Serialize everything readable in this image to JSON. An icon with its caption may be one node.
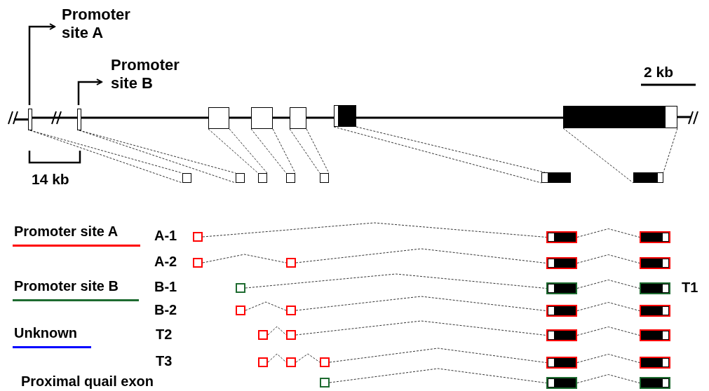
{
  "diagram": {
    "nodes": [
      {
        "text": [],
        "shape": "box"
      },
      {
        "text": [],
        "shape": "box"
      },
      {
        "text": [],
        "shape": "box"
      },
      {
        "text": [],
        "shape": "box"
      },
      {
        "text": [],
        "shape": "box"
      },
      {
        "text": [],
        "shape": "box"
      },
      {
        "text": [],
        "shape": "box"
      },
      {
        "text": [],
        "shape": "box"
      },
      {
        "text": [],
        "shape": "box"
      },
      {
        "text": [],
        "shape": "box"
      },
      {
        "text": [],
        "shape": "box"
      },
      {
        "text": [],
        "shape": "box"
      },
      {
        "text": [],
        "shape": "box"
      },
      {
        "text": [],
        "shape": "box"
      },
      {
        "text": [],
        "shape": "box"
      },
      {
        "text": [],
        "shape": "box"
      },
      {
        "text": [],
        "shape": "box"
      },
      {
        "text": [],
        "shape": "box"
      },
      {
        "text": [],
        "shape": "box"
      },
      {
        "text": [],
        "shape": "box"
      },
      {
        "text": [],
        "shape": "box"
      },
      {
        "text": [],
        "shape": "box"
      },
      {
        "text": [],
        "shape": "box"
      },
      {
        "text": [],
        "shape": "box"
      },
      {
        "text": [],
        "shape": "box"
      },
      {
        "text": [],
        "shape": "box"
      },
      {
        "text": [],
        "shape": "box"
      },
      {
        "text": [],
        "shape": "box"
      },
      {
        "text": [],
        "shape": "box"
      },
      {
        "text": [],
        "shape": "box"
      },
      {
        "text": [],
        "shape": "box"
      },
      {
        "text": [],
        "shape": "box"
      },
      {
        "text": [],
        "shape": "box"
      },
      {
        "text": [],
        "shape": "box"
      },
      {
        "text": [],
        "shape": "box"
      },
      {
        "text": [],
        "shape": "box"
      },
      {
        "text": [],
        "shape": "box"
      },
      {
        "text": [],
        "shape": "box"
      },
      {
        "text": [],
        "shape": "box"
      },
      {
        "text": [],
        "shape": "box"
      }
    ],
    "edges": [
      {
        "from": 0,
        "to": 7,
        "arrow": "none",
        "style": "dashed"
      },
      {
        "from": 0,
        "to": 7,
        "arrow": "none",
        "style": "dashed"
      },
      {
        "from": 1,
        "to": 8,
        "arrow": "none",
        "style": "dashed"
      },
      {
        "from": 1,
        "to": 8,
        "arrow": "none",
        "style": "dashed"
      },
      {
        "from": 2,
        "to": 9,
        "arrow": "none",
        "style": "dashed"
      },
      {
        "from": 2,
        "to": 9,
        "arrow": "none",
        "style": "dashed"
      },
      {
        "from": 3,
        "to": 10,
        "arrow": "none",
        "style": "dashed"
      },
      {
        "from": 3,
        "to": 10,
        "arrow": "none",
        "style": "dashed"
      },
      {
        "from": 4,
        "to": 11,
        "arrow": "none",
        "style": "dashed"
      },
      {
        "from": 4,
        "to": 11,
        "arrow": "none",
        "style": "dashed"
      },
      {
        "from": 5,
        "to": 12,
        "arrow": "none",
        "style": "dashed"
      },
      {
        "from": 5,
        "to": 12,
        "arrow": "none",
        "style": "dashed"
      },
      {
        "from": 6,
        "to": 13,
        "arrow": "none",
        "style": "dashed"
      },
      {
        "from": 6,
        "to": 13,
        "arrow": "none",
        "style": "dashed"
      },
      {
        "from": 14,
        "to": 15,
        "arrow": "none",
        "style": "dashed"
      },
      {
        "from": 15,
        "to": 16,
        "arrow": "none",
        "style": "dashed"
      },
      {
        "from": 17,
        "to": 18,
        "arrow": "none",
        "style": "dashed"
      },
      {
        "from": 18,
        "to": 19,
        "arrow": "none",
        "style": "dashed"
      },
      {
        "from": 19,
        "to": 20,
        "arrow": "none",
        "style": "dashed"
      },
      {
        "from": 21,
        "to": 22,
        "arrow": "none",
        "style": "dashed"
      },
      {
        "from": 22,
        "to": 23,
        "arrow": "none",
        "style": "dashed"
      },
      {
        "from": 24,
        "to": 25,
        "arrow": "none",
        "style": "dashed"
      },
      {
        "from": 25,
        "to": 26,
        "arrow": "none",
        "style": "dashed"
      },
      {
        "from": 26,
        "to": 27,
        "arrow": "none",
        "style": "dashed"
      },
      {
        "from": 28,
        "to": 29,
        "arrow": "none",
        "style": "dashed"
      },
      {
        "from": 29,
        "to": 30,
        "arrow": "none",
        "style": "dashed"
      },
      {
        "from": 30,
        "to": 31,
        "arrow": "none",
        "style": "dashed"
      },
      {
        "from": 32,
        "to": 33,
        "arrow": "none",
        "style": "dashed"
      },
      {
        "from": 33,
        "to": 34,
        "arrow": "none",
        "style": "dashed"
      },
      {
        "from": 34,
        "to": 35,
        "arrow": "none",
        "style": "dashed"
      },
      {
        "from": 35,
        "to": 36,
        "arrow": "none",
        "style": "dashed"
      },
      {
        "from": 37,
        "to": 38,
        "arrow": "none",
        "style": "dashed"
      },
      {
        "from": 38,
        "to": 39,
        "arrow": "none",
        "style": "dashed"
      },
      {
        "from": null,
        "to": 0,
        "arrow": "none",
        "style": "thick"
      },
      {
        "from": 0,
        "to": 1,
        "arrow": "none",
        "style": "thick"
      },
      {
        "from": 1,
        "to": 2,
        "arrow": "none",
        "style": "thick"
      },
      {
        "from": 2,
        "to": 3,
        "arrow": "none",
        "style": "thick"
      },
      {
        "from": 3,
        "to": 4,
        "arrow": "none",
        "style": "thick"
      },
      {
        "from": 4,
        "to": 5,
        "arrow": "none",
        "style": "thick"
      },
      {
        "from": 5,
        "to": 6,
        "arrow": "none",
        "style": "thick"
      },
      {
        "from": 6,
        "to": null,
        "arrow": "none",
        "style": "thick"
      }
    ],
    "labels": [
      "Promoter site A",
      "Promoter site B",
      "2 kb",
      "14 kb",
      "A-1",
      "A-2",
      "B-1",
      "B-2",
      "T2",
      "T3",
      "Proximal quail exon",
      "T1"
    ],
    "legend": [
      {
        "text": "Promoter site A",
        "color": "#ff0000"
      },
      {
        "text": "Promoter site B",
        "color": "#1e6b30"
      },
      {
        "text": "Unknown",
        "color": "#0000ff"
      }
    ]
  }
}
